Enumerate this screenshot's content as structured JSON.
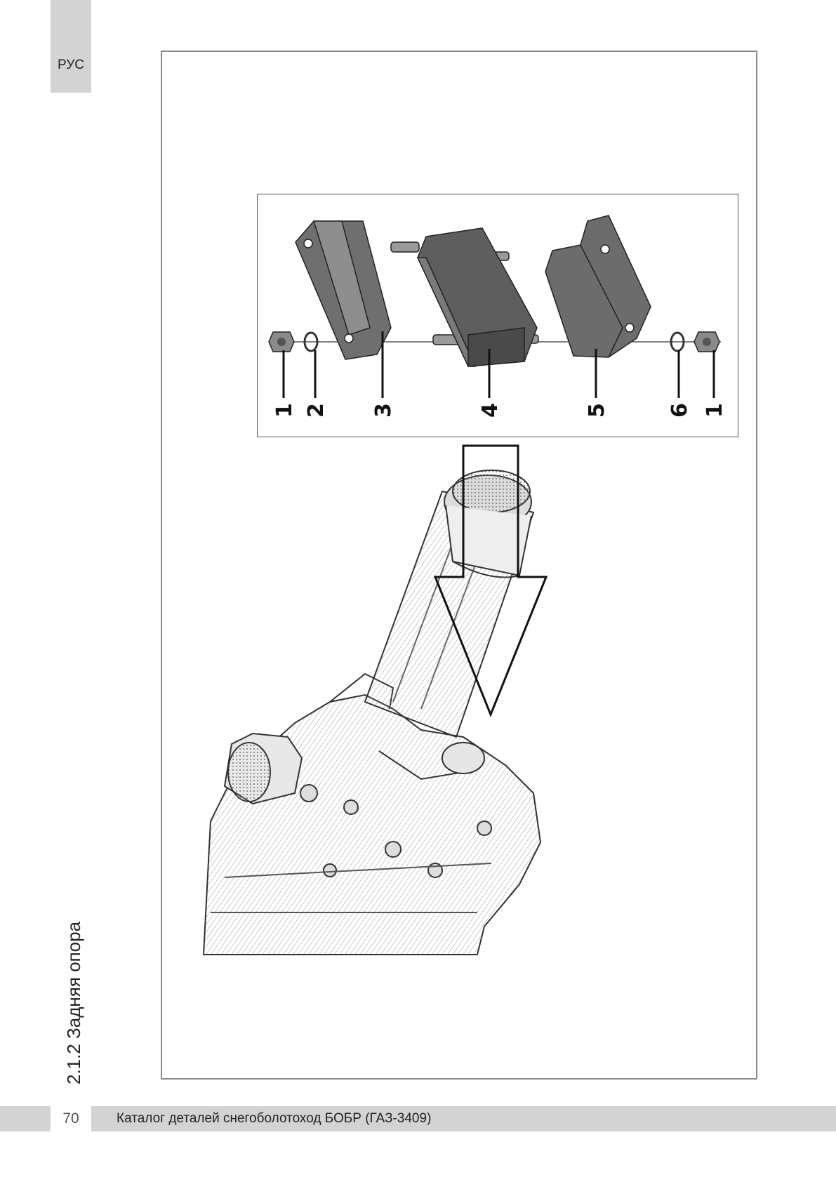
{
  "header": {
    "lang_label": "РУС"
  },
  "section": {
    "title": "2.1.2 Задняя опора"
  },
  "figure": {
    "callouts": [
      "1",
      "2",
      "3",
      "4",
      "5",
      "6",
      "1"
    ]
  },
  "footer": {
    "page_number": "70",
    "catalog_title": "Каталог деталей снегоболотоход БОБР (ГАЗ-3409)"
  }
}
